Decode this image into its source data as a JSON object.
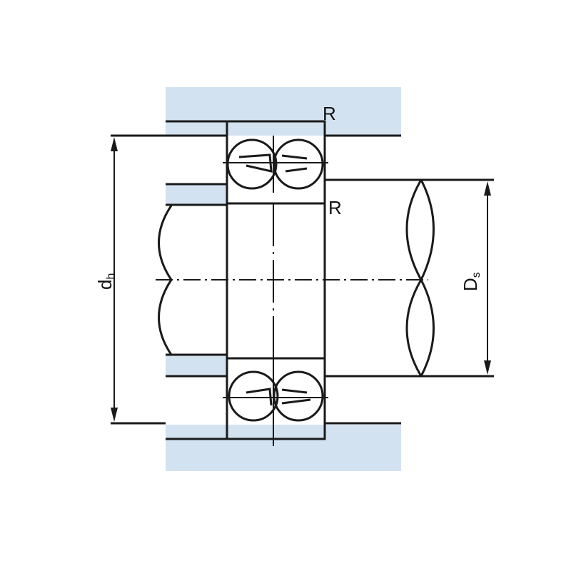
{
  "labels": {
    "radius_top": "R",
    "radius_bottom": "R",
    "housing_diameter": "d",
    "housing_diameter_sub": "h",
    "shaft_diameter": "D",
    "shaft_diameter_sub": "s"
  },
  "colors": {
    "housing_fill": "#d3e2f1",
    "line": "#1a1a1a"
  }
}
